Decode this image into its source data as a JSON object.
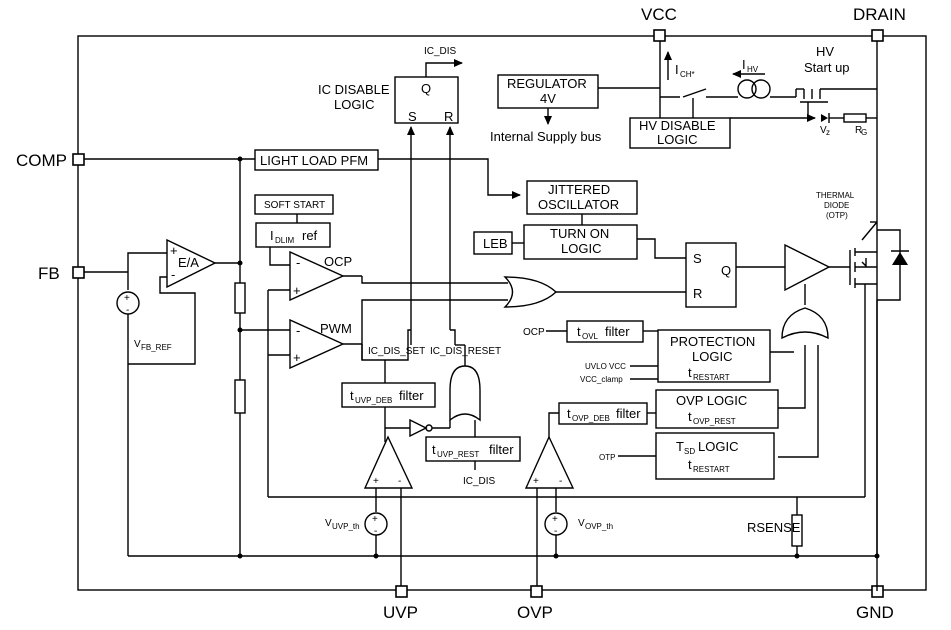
{
  "pins": {
    "vcc": "VCC",
    "drain": "DRAIN",
    "comp": "COMP",
    "fb": "FB",
    "uvp": "UVP",
    "ovp": "OVP",
    "gnd": "GND"
  },
  "blocks": {
    "ic_disable_l1": "IC DISABLE",
    "ic_disable_l2": "LOGIC",
    "latch_q": "Q",
    "latch_s": "S",
    "latch_r": "R",
    "ic_dis_out": "IC_DIS",
    "regulator_l1": "REGULATOR",
    "regulator_l2": "4V",
    "internal_supply": "Internal Supply bus",
    "ich": "I",
    "ich_sub": "CH*",
    "ihv": "I",
    "ihv_sub": "HV",
    "hv_startup_l1": "HV",
    "hv_startup_l2": "Start up",
    "hv_disable_l1": "HV DISABLE",
    "hv_disable_l2": "LOGIC",
    "vz": "V",
    "vz_sub": "z",
    "rg": "R",
    "rg_sub": "G",
    "light_load": "LIGHT LOAD PFM",
    "jitter_l1": "JITTERED",
    "jitter_l2": "OSCILLATOR",
    "soft_start": "SOFT START",
    "idlim": "I",
    "idlim_sub": "DLIM",
    "idlim_ref": "ref",
    "thermal_l1": "THERMAL",
    "thermal_l2": "DIODE",
    "thermal_l3": "(OTP)",
    "leb": "LEB",
    "turn_on_l1": "TURN ON",
    "turn_on_l2": "LOGIC",
    "ea": "E/A",
    "ocp": "OCP",
    "pwm": "PWM",
    "ff_s": "S",
    "ff_r": "R",
    "ff_q": "Q",
    "vfb_ref": "V",
    "vfb_ref_sub": "FB_REF",
    "ic_dis_set": "IC_DIS_SET",
    "ic_dis_reset": "IC_DIS_RESET",
    "tuvp_deb": "t",
    "tuvp_deb_sub": "UVP_DEB",
    "tuvp_deb_tail": "filter",
    "tuvp_rest": "t",
    "tuvp_rest_sub": "UVP_REST",
    "tuvp_rest_tail": "filter",
    "ic_dis_bottom": "IC_DIS",
    "ocp_in": "OCP",
    "tovl": "t",
    "tovl_sub": "OVL",
    "tovl_tail": "filter",
    "protection_l1": "PROTECTION",
    "protection_l2": "LOGIC",
    "protection_l3": "t",
    "protection_l3_sub": "RESTART",
    "uvlo_vcc": "UVLO VCC",
    "vcc_clamp": "VCC_clamp",
    "tovp_deb": "t",
    "tovp_deb_sub": "OVP_DEB",
    "tovp_deb_tail": "filter",
    "ovp_logic_l1": "OVP LOGIC",
    "ovp_logic_l2": "t",
    "ovp_logic_l2_sub": "OVP_REST",
    "otp_in": "OTP",
    "tsd_l1a": "T",
    "tsd_l1_sub": "SD",
    "tsd_l1b": "LOGIC",
    "tsd_l2": "t",
    "tsd_l2_sub": "RESTART",
    "rsense": "RSENSE",
    "vuvp_th": "V",
    "vuvp_th_sub": "UVP_th",
    "vovp_th": "V",
    "vovp_th_sub": "OVP_th",
    "plus": "+",
    "minus": "-"
  }
}
